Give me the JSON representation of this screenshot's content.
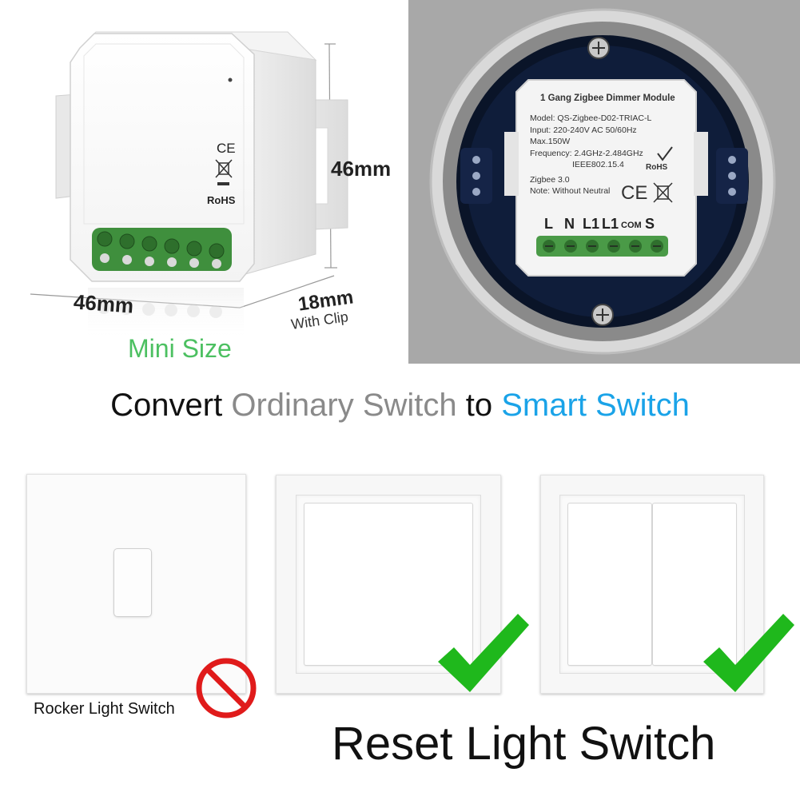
{
  "module_photo": {
    "dim_height": "46mm",
    "dim_width": "46mm",
    "dim_depth": "18mm",
    "dim_depth_note": "With Clip",
    "mini_size_label": "Mini Size",
    "ce_mark": "CE",
    "rohs_mark": "RoHS",
    "mini_size_color": "#4cc061"
  },
  "installed_photo": {
    "title": "1 Gang Zigbee Dimmer Module",
    "model": "Model: QS-Zigbee-D02-TRIAC-L",
    "input": "Input: 220-240V AC 50/60Hz",
    "max": "Max.150W",
    "frequency": "Frequency: 2.4GHz-2.484GHz",
    "ieee": "IEEE802.15.4",
    "zigbee": "Zigbee 3.0",
    "note": "Note: Without Neutral",
    "rohs_mark": "RoHS",
    "ce_mark": "CE",
    "terminals": [
      "L",
      "N",
      "L1",
      "L1",
      "COM",
      "S"
    ]
  },
  "headline": {
    "word1": "Convert",
    "word2": "Ordinary Switch",
    "word3": "to",
    "word4": "Smart Switch",
    "color_dark": "#111111",
    "color_grey": "#8a8a8a",
    "color_blue": "#1aa3e8"
  },
  "switches": {
    "rocker_label": "Rocker Light Switch",
    "reset_title": "Reset Light Switch",
    "check_color": "#1fb81c",
    "prohibited_color": "#e01b1b"
  }
}
